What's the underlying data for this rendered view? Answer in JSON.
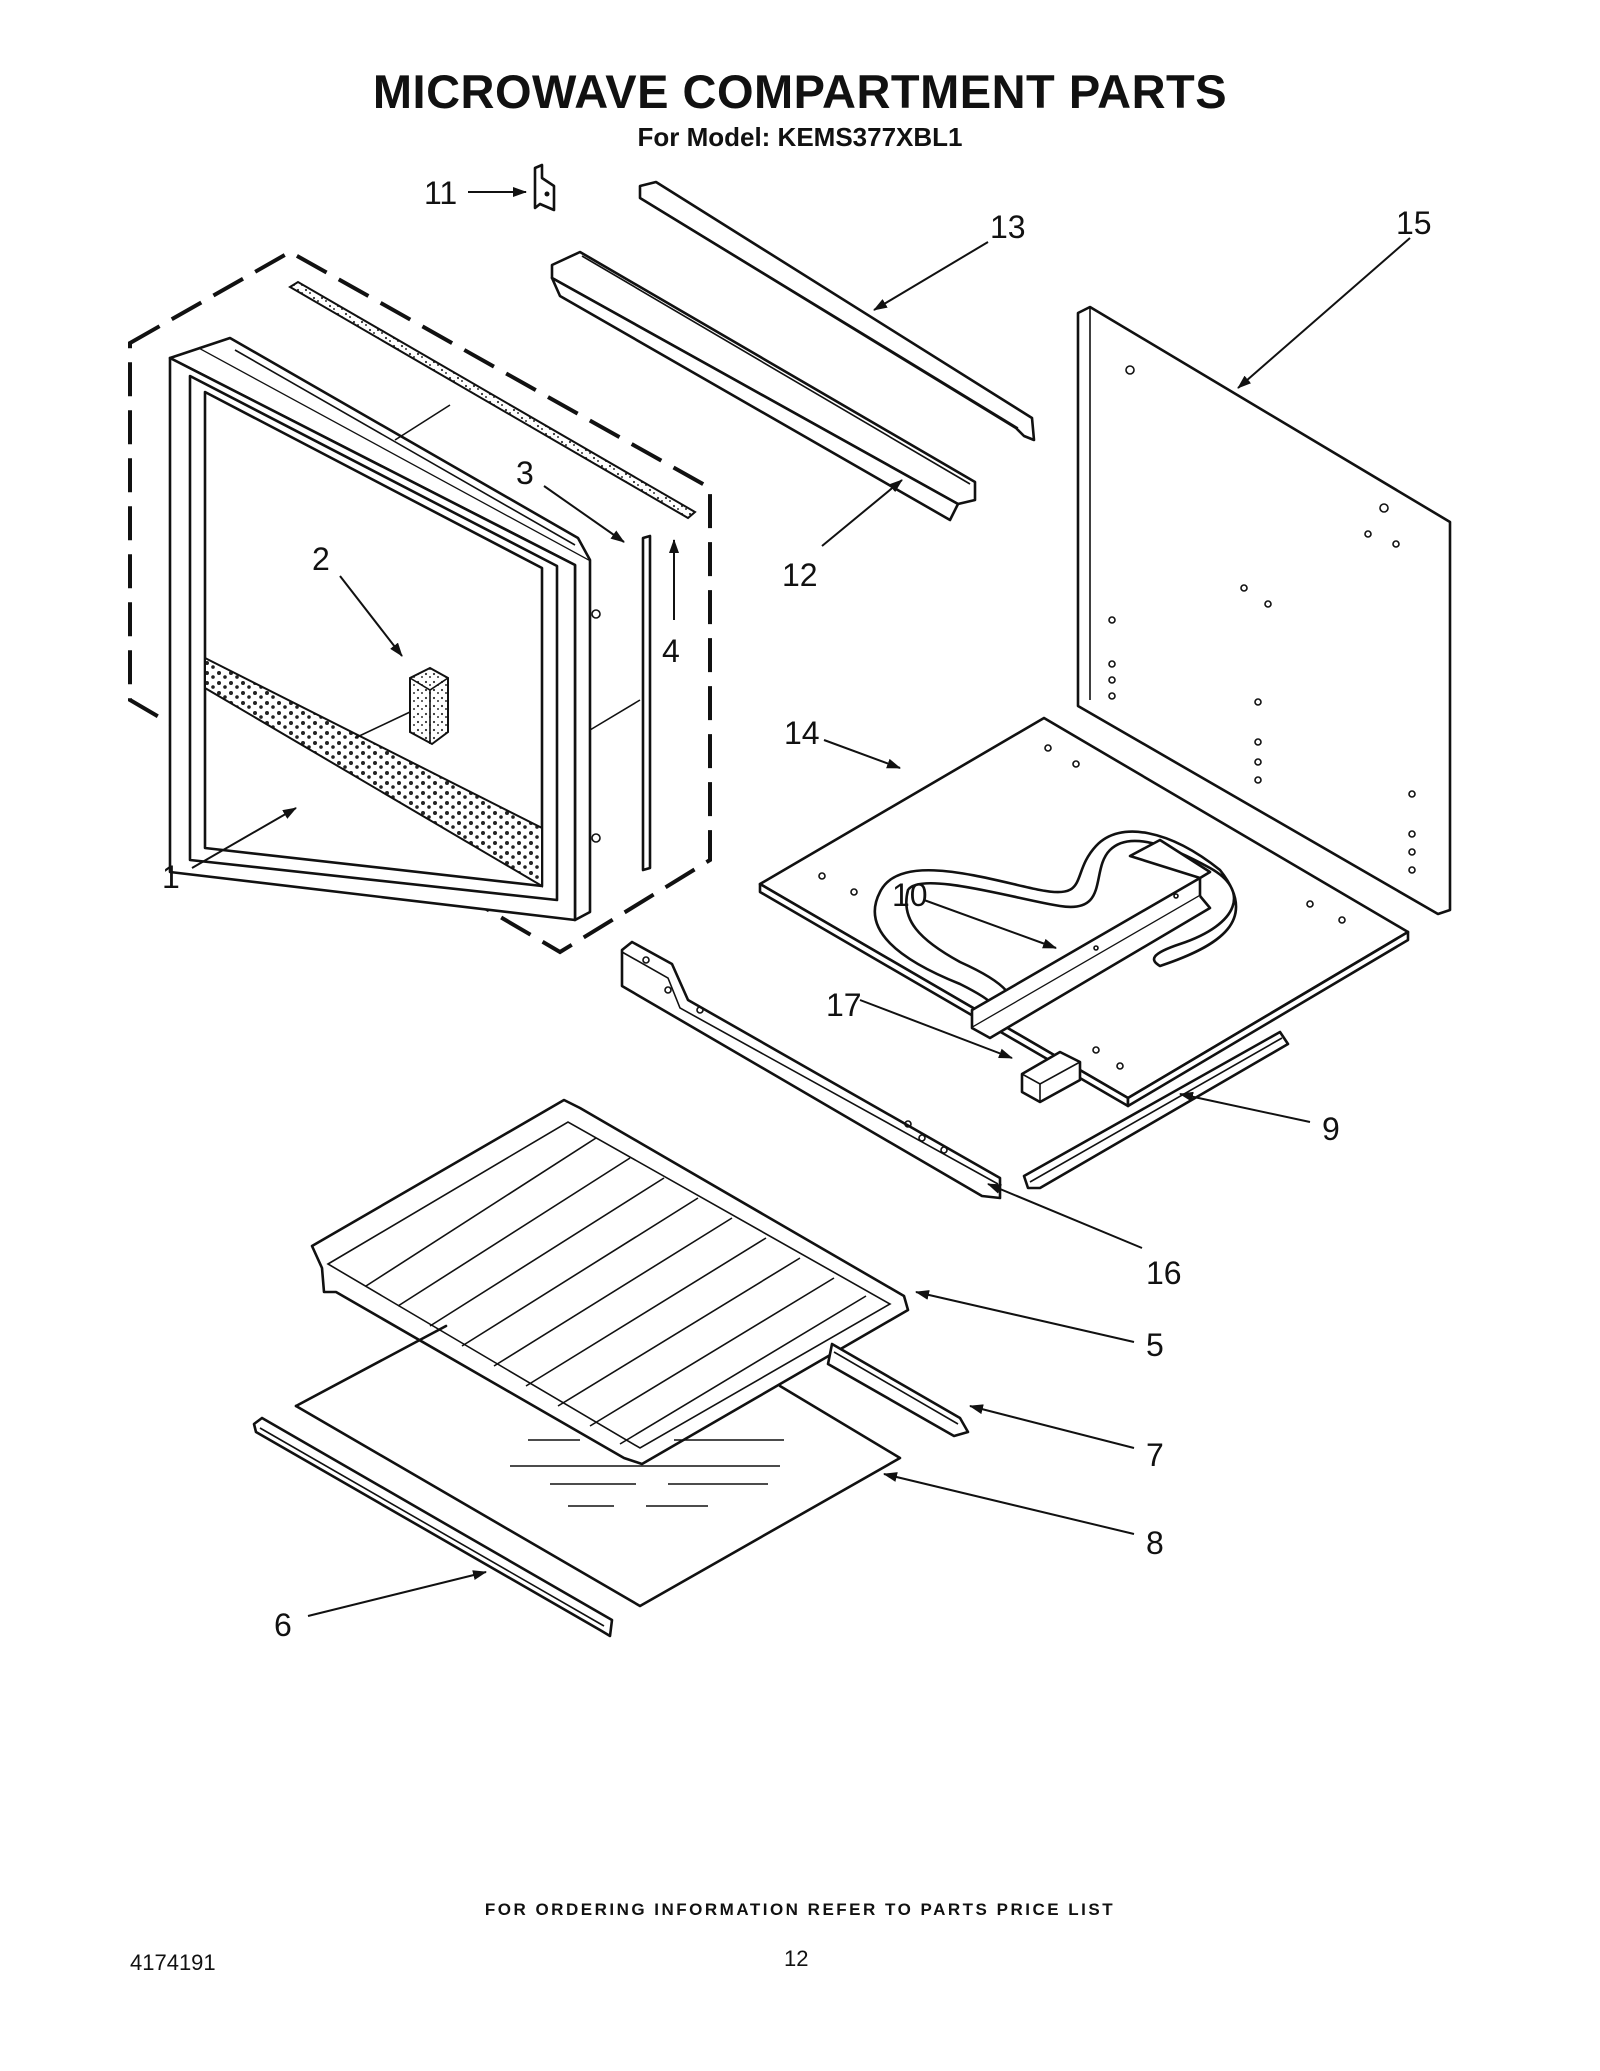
{
  "header": {
    "title": "MICROWAVE COMPARTMENT PARTS",
    "subtitle": "For Model: KEMS377XBL1"
  },
  "footer": {
    "note": "FOR ORDERING INFORMATION REFER TO PARTS PRICE LIST",
    "doc_number": "4174191",
    "page_number": "12"
  },
  "callouts": {
    "c1": "1",
    "c2": "2",
    "c3": "3",
    "c4": "4",
    "c5": "5",
    "c6": "6",
    "c7": "7",
    "c8": "8",
    "c9": "9",
    "c10": "10",
    "c11": "11",
    "c12": "12",
    "c13": "13",
    "c14": "14",
    "c15": "15",
    "c16": "16",
    "c17": "17"
  }
}
